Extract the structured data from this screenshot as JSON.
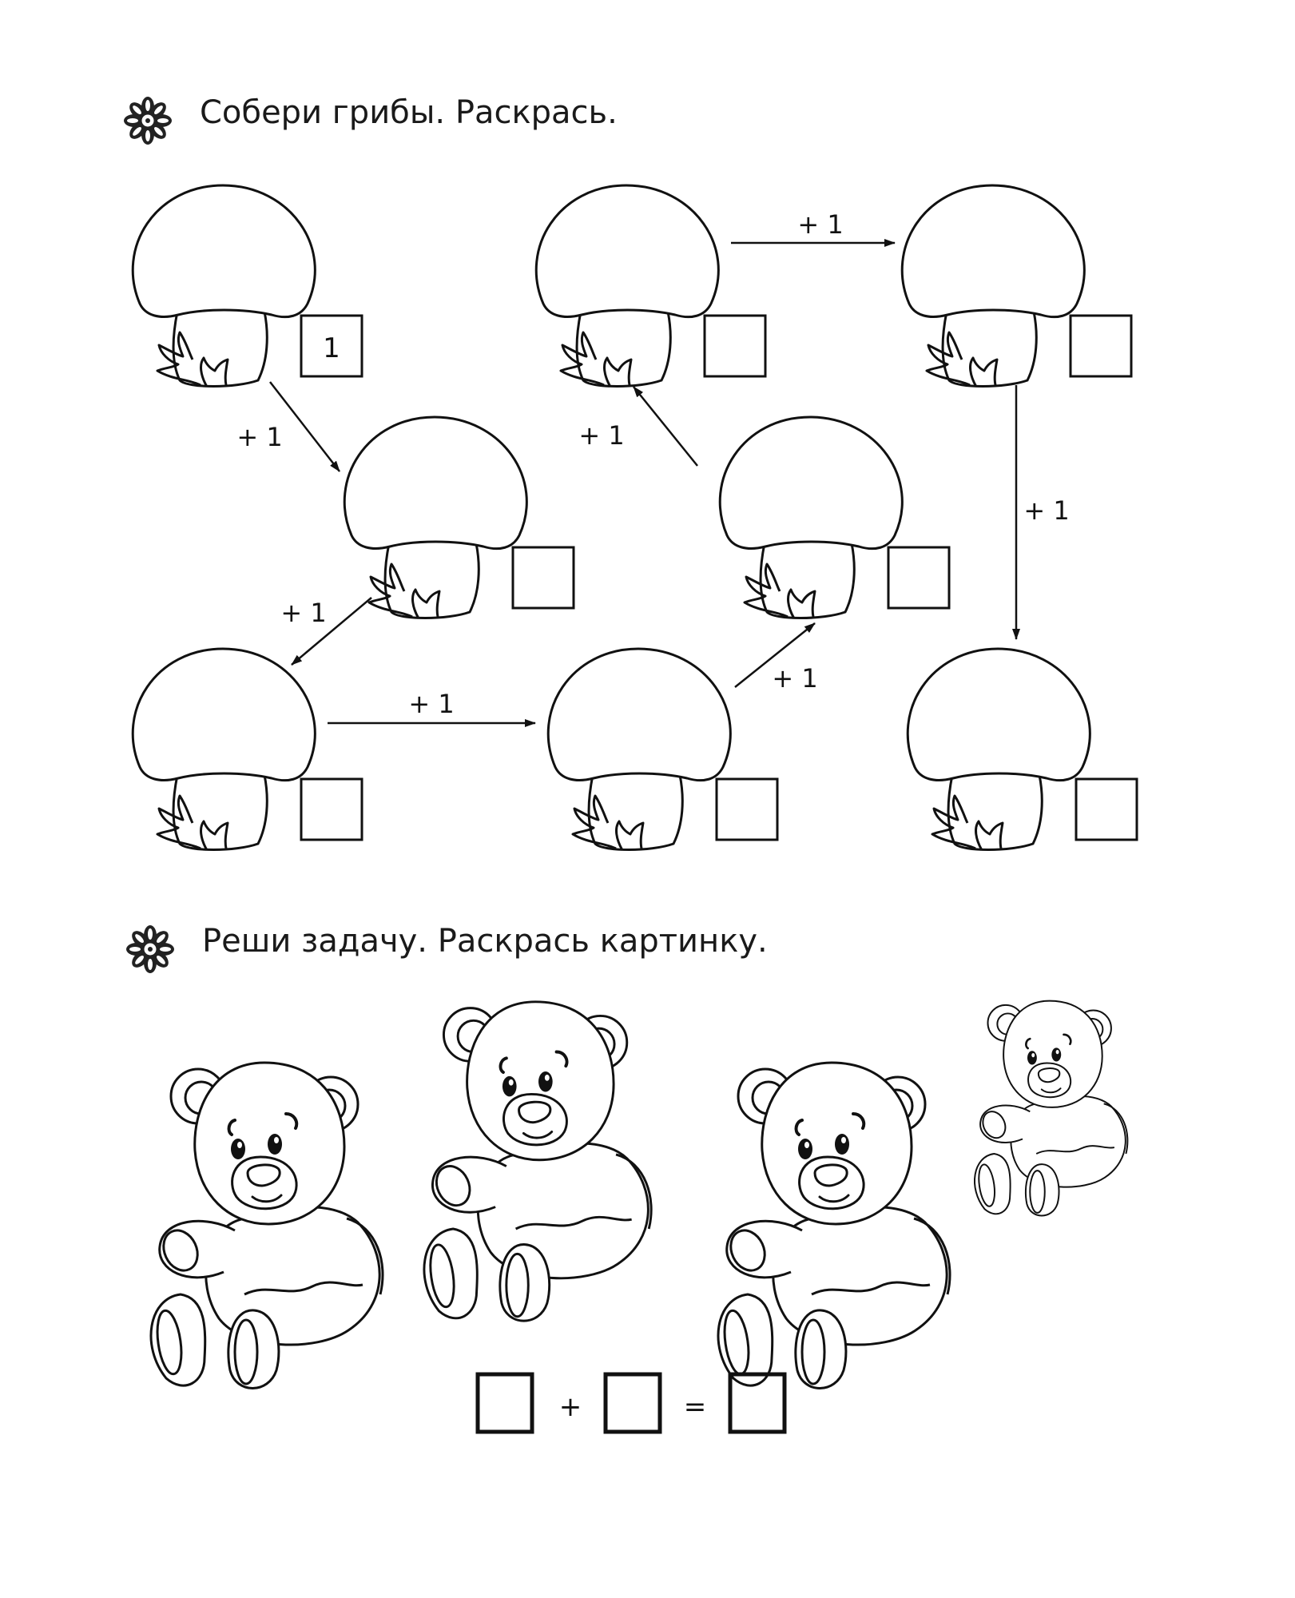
{
  "task1": {
    "icon": "flower-icon",
    "title": "Собери грибы. Раскрась.",
    "step_label": "+ 1",
    "mushrooms": [
      {
        "value": "1"
      },
      {
        "value": ""
      },
      {
        "value": ""
      },
      {
        "value": ""
      },
      {
        "value": ""
      },
      {
        "value": ""
      },
      {
        "value": ""
      },
      {
        "value": ""
      }
    ]
  },
  "task2": {
    "icon": "flower-icon",
    "title": "Реши задачу. Раскрась картинку.",
    "bear_count": 4,
    "equation": {
      "operand1": "",
      "plus": "+",
      "operand2": "",
      "equals": "=",
      "result": ""
    }
  },
  "colors": {
    "ink": "#111111",
    "paper": "#ffffff"
  }
}
